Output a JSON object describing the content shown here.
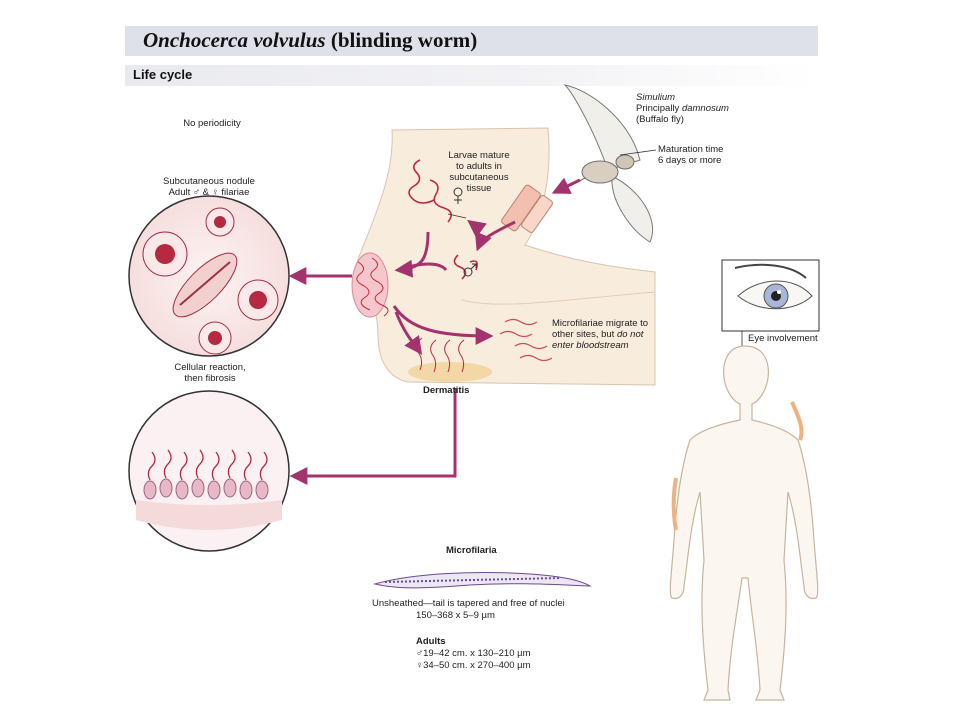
{
  "title": {
    "genus_species": "Onchocerca volvulus",
    "common_name": "(blinding worm)"
  },
  "section": "Life cycle",
  "labels": {
    "periodicity": "No periodicity",
    "nodule_line1": "Subcutaneous nodule",
    "nodule_line2": "Adult ♂ & ♀ filariae",
    "cellular_line1": "Cellular reaction,",
    "cellular_line2": "then fibrosis",
    "larvae_line1": "Larvae mature",
    "larvae_line2": "to adults in",
    "larvae_line3": "subcutaneous",
    "larvae_line4": "tissue",
    "vector_genus": "Simulium",
    "vector_species_prefix": "Principally ",
    "vector_species": "damnosum",
    "vector_common": "(Buffalo fly)",
    "maturation_line1": "Maturation time",
    "maturation_line2": "6 days or more",
    "migrate_line1": "Microfilariae migrate to",
    "migrate_line2_prefix": "other sites, but ",
    "migrate_line2_em": "do not",
    "migrate_line3": "enter bloodstream",
    "dermatitis": "Dermatitis",
    "eye": "Eye involvement",
    "microfilaria_title": "Microfilaria",
    "microfilaria_desc": "Unsheathed—tail is tapered and free of nuclei",
    "microfilaria_size": "150–368 x 5–9 µm",
    "adults_title": "Adults",
    "adults_male": "♂19–42 cm. x 130–210 µm",
    "adults_female": "♀34–50 cm. x 270–400 µm"
  },
  "colors": {
    "arrow": "#a3336d",
    "worm": "#c0283c",
    "skin": "#f8ecdc",
    "title_bar": "#dfe1ea"
  }
}
